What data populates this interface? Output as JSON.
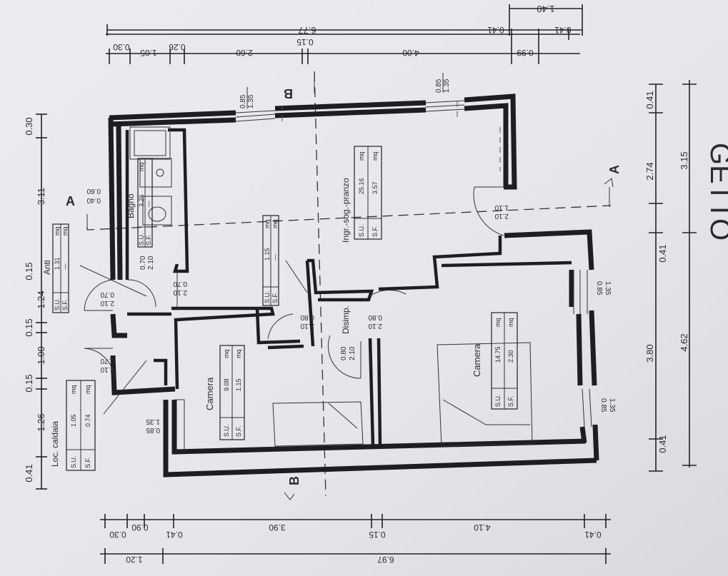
{
  "partial_title": "GETTO",
  "sections": {
    "a_left": "A",
    "a_right": "A",
    "b_top": "B",
    "b_bottom": "B"
  },
  "dims_top_outer": [
    "6.77",
    "1.40"
  ],
  "dims_top_inner": [
    "0.30",
    "1.05",
    "0.26",
    "2.60",
    "0.15",
    "4.00",
    "0.99",
    "0.41",
    "0.41"
  ],
  "dims_left": [
    "0.41",
    "1.26",
    "0.15",
    "1.00",
    "0.15",
    "1.24",
    "0.15",
    "3.11",
    "0.30"
  ],
  "dims_right_inner": [
    "0.41",
    "2.74",
    "0.41",
    "3.80",
    "0.41"
  ],
  "dims_right_outer": [
    "3.15",
    "4.62"
  ],
  "dims_bottom_inner": [
    "0.30",
    "0.90",
    "0.41",
    "3.90",
    "0.15",
    "4.10",
    "0.41"
  ],
  "dims_bottom_outer": [
    "1.20",
    "6.97"
  ],
  "openings": {
    "window_top_left": [
      "0.85",
      "1.35"
    ],
    "window_top_right": [
      "0.85",
      "1.35"
    ],
    "door_bagno_window": [
      "0.60",
      "0.40"
    ],
    "door_bagno": [
      "0.70",
      "2.10"
    ],
    "door_anti": [
      "0.70",
      "2.10"
    ],
    "door_caldaia": [
      "0.70",
      "2.10"
    ],
    "door_camera1": [
      "0.70",
      "2.10"
    ],
    "window_camera1": [
      "0.85",
      "1.35"
    ],
    "door_disimp1": [
      "0.80",
      "2.10"
    ],
    "door_disimp2": [
      "0.80",
      "2.10"
    ],
    "door_camera2": [
      "0.80",
      "2.10"
    ],
    "door_entry": [
      "1.10",
      "2.10"
    ],
    "window_camera2_a": [
      "0.85",
      "1.35"
    ],
    "window_camera2_b": [
      "0.85",
      "1.35"
    ]
  },
  "rooms": {
    "bagno": {
      "name": "Bagno",
      "su": "3.26",
      "sf": "—",
      "unit": "mq"
    },
    "anti": {
      "name": "Anti",
      "su": "1.31",
      "sf": "—",
      "unit": "mq"
    },
    "caldaia": {
      "name": "Loc. caldaia",
      "su": "1.05",
      "sf": "0.74",
      "unit": "mq"
    },
    "camera1": {
      "name": "Camera",
      "su": "9.08",
      "sf": "1.15",
      "unit": "mq"
    },
    "disimp": {
      "name": "Disimp.",
      "su": "1.15",
      "sf": "—",
      "unit": "mq"
    },
    "soggiorno": {
      "name": "Ingr.-sog.-pranzo",
      "su": "25.16",
      "sf": "3.57",
      "unit": "mq"
    },
    "camera2": {
      "name": "Camera",
      "su": "14.75",
      "sf": "2.30",
      "unit": "mq"
    }
  },
  "labels": {
    "su": "S.U.",
    "sf": "S.F."
  }
}
